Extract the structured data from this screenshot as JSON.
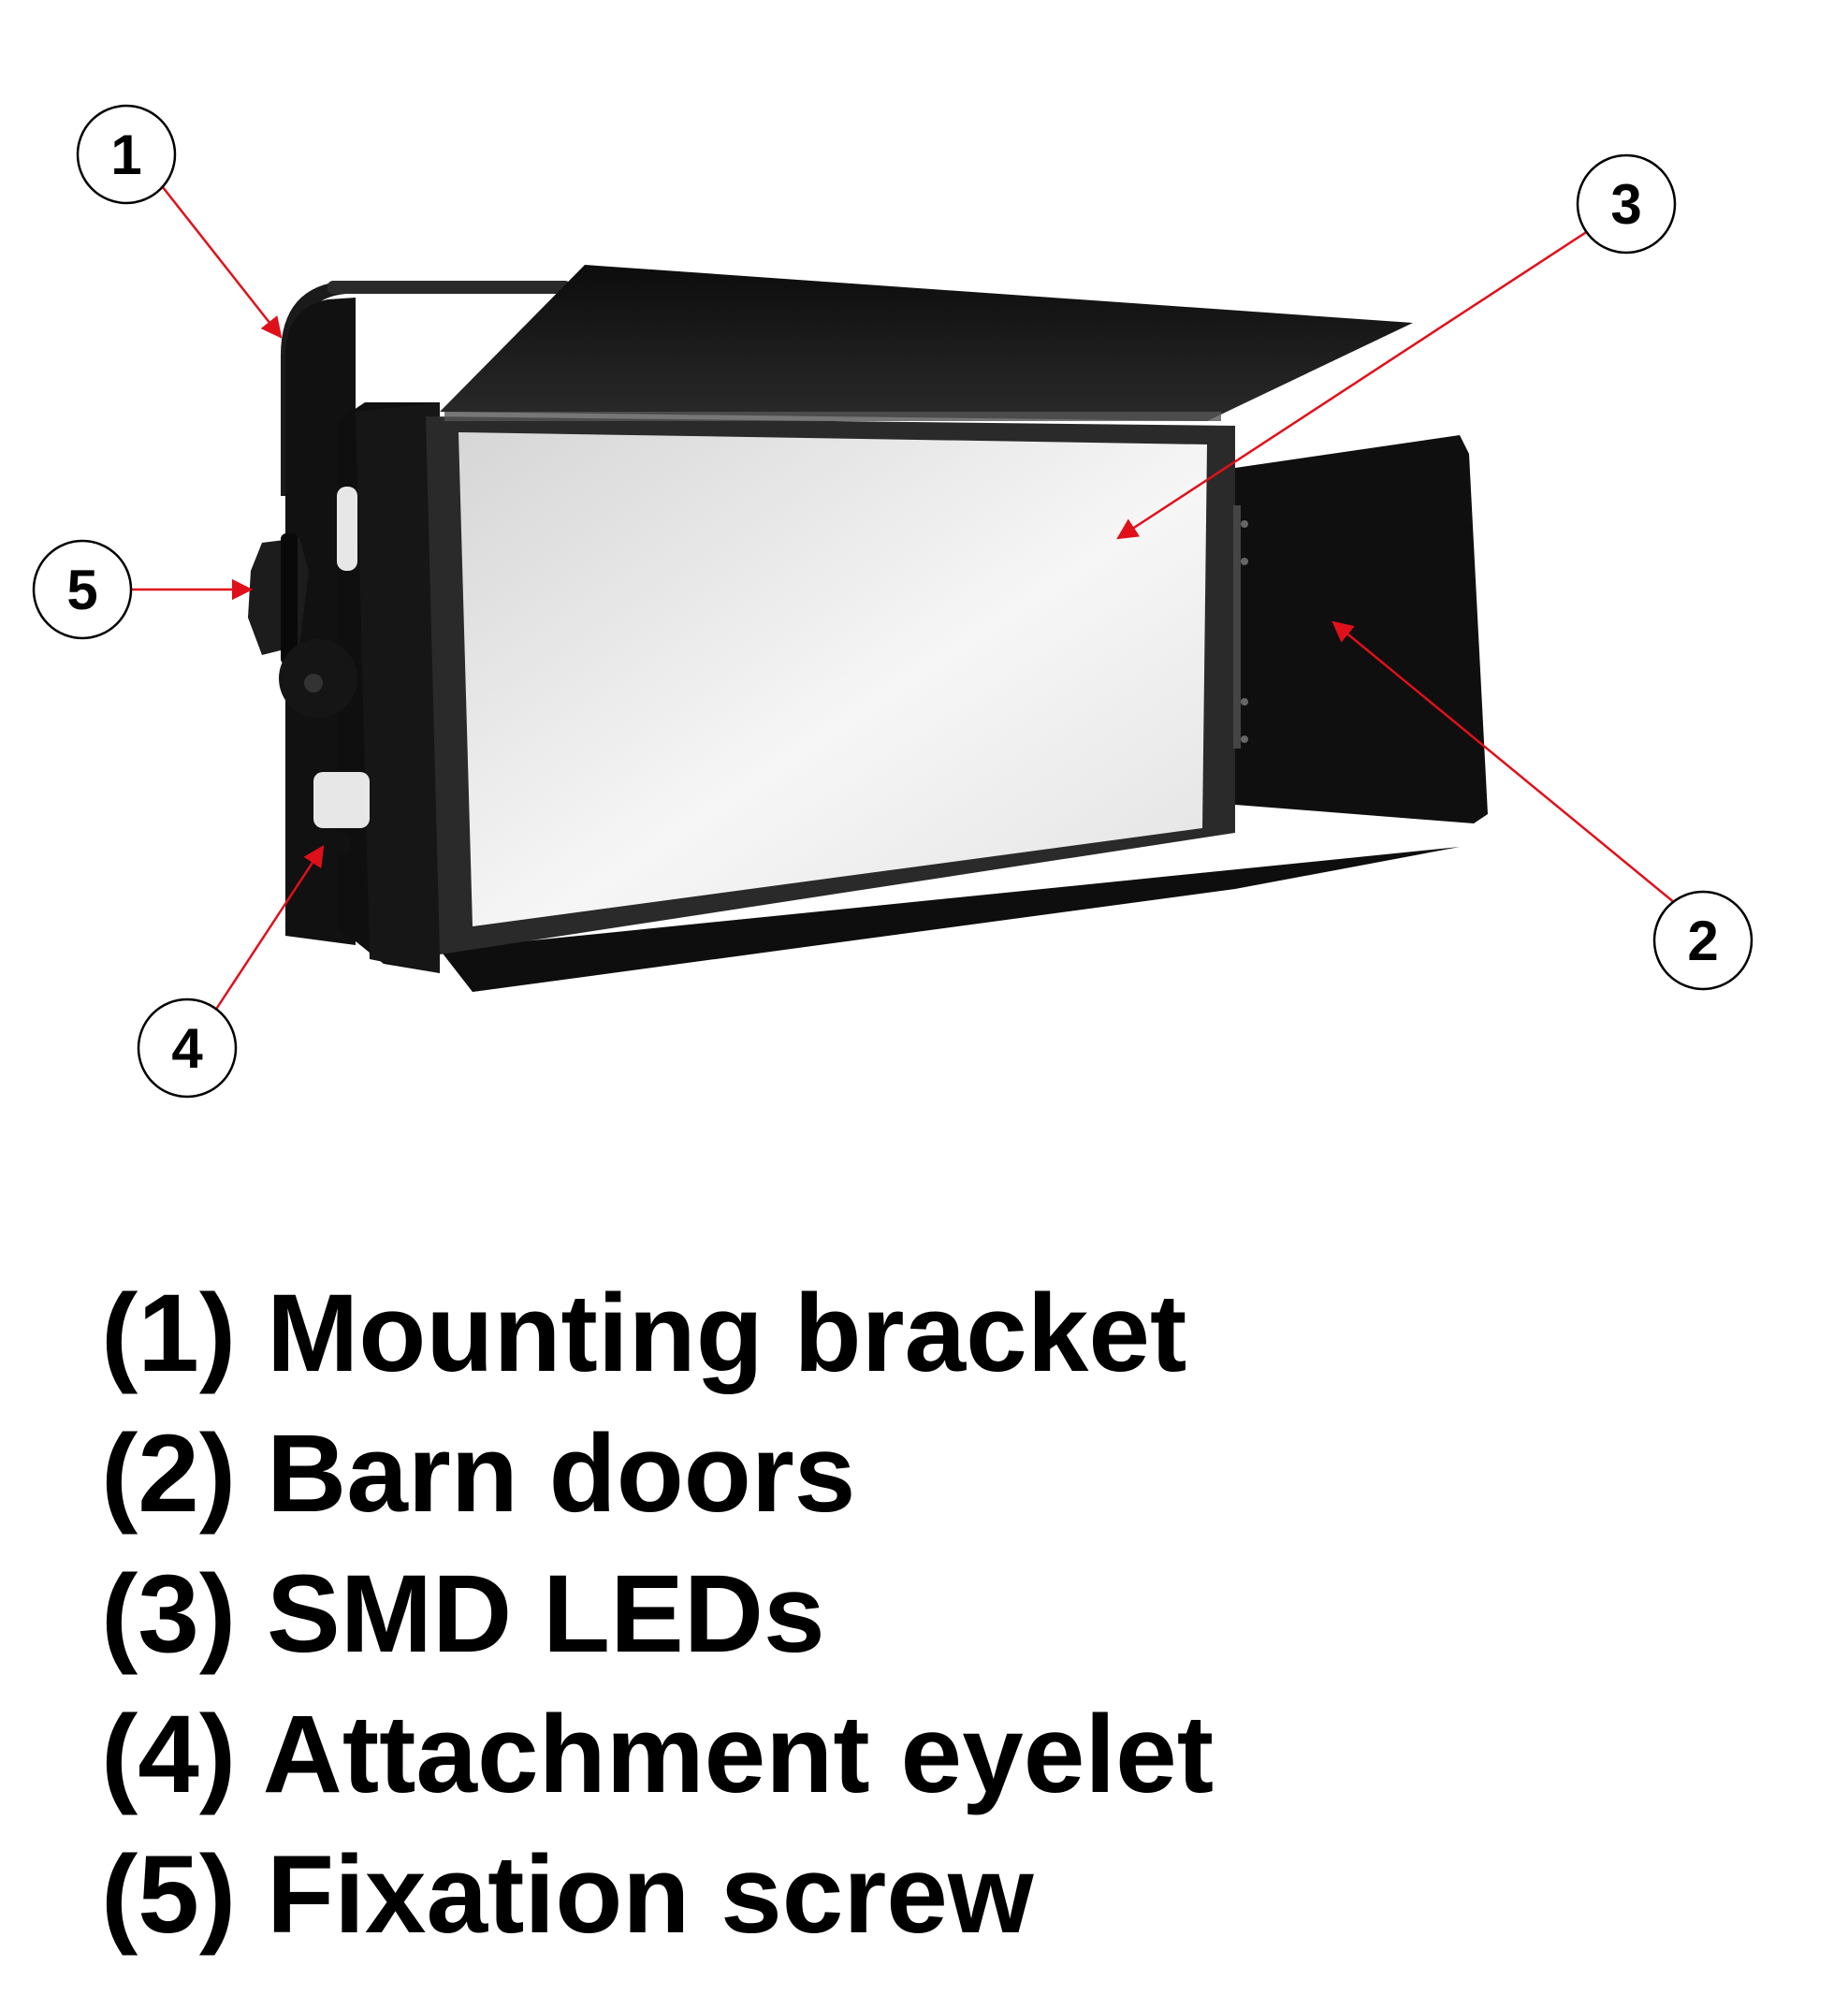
{
  "figure": {
    "callouts": [
      {
        "number": "1",
        "target": "mounting-bracket"
      },
      {
        "number": "2",
        "target": "barn-door"
      },
      {
        "number": "3",
        "target": "led-panel"
      },
      {
        "number": "4",
        "target": "attachment-eyelet"
      },
      {
        "number": "5",
        "target": "fixation-screw"
      }
    ],
    "colors": {
      "leader_line": "#e0101a",
      "fixture": "#111111",
      "panel": "#ececec",
      "background": "#ffffff"
    }
  },
  "legend": [
    "(1) Mounting bracket",
    "(2) Barn doors",
    "(3) SMD LEDs",
    "(4) Attachment eyelet",
    "(5) Fixation screw"
  ]
}
